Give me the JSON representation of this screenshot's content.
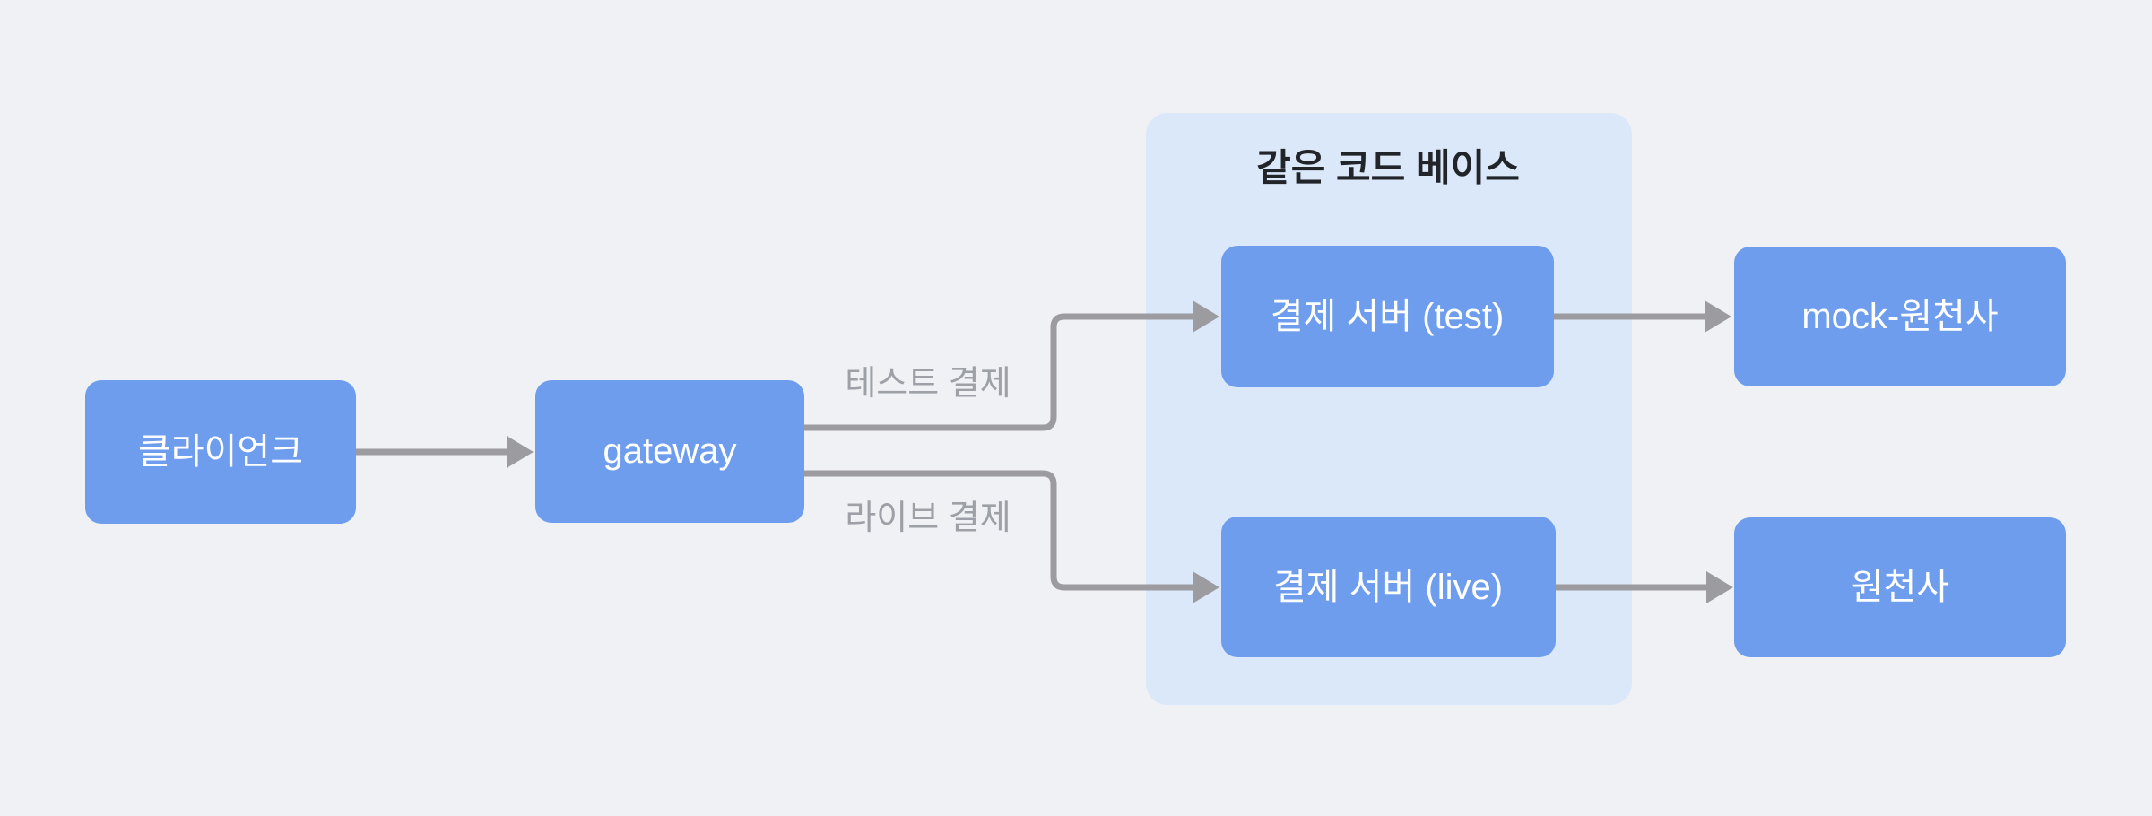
{
  "canvas": {
    "background": "#F0F1F4"
  },
  "colors": {
    "node_fill": "#6E9DEE",
    "node_text": "#FFFFFF",
    "group_fill": "#DBE8FA",
    "group_title": "#212428",
    "edge": "#9C9CA0",
    "edge_label": "#9DA1A7"
  },
  "group": {
    "title": "같은 코드 베이스"
  },
  "nodes": [
    {
      "id": "client",
      "label": "클라이언크"
    },
    {
      "id": "gateway",
      "label": "gateway"
    },
    {
      "id": "payment-server-test",
      "label": "결제 서버 (test)"
    },
    {
      "id": "payment-server-live",
      "label": "결제 서버 (live)"
    },
    {
      "id": "mock-provider",
      "label": "mock-원천사"
    },
    {
      "id": "provider",
      "label": "원천사"
    }
  ],
  "edges": [
    {
      "from": "client",
      "to": "gateway",
      "label": ""
    },
    {
      "from": "gateway",
      "to": "payment-server-test",
      "label": "테스트 결제"
    },
    {
      "from": "gateway",
      "to": "payment-server-live",
      "label": "라이브 결제"
    },
    {
      "from": "payment-server-test",
      "to": "mock-provider",
      "label": ""
    },
    {
      "from": "payment-server-live",
      "to": "provider",
      "label": ""
    }
  ]
}
